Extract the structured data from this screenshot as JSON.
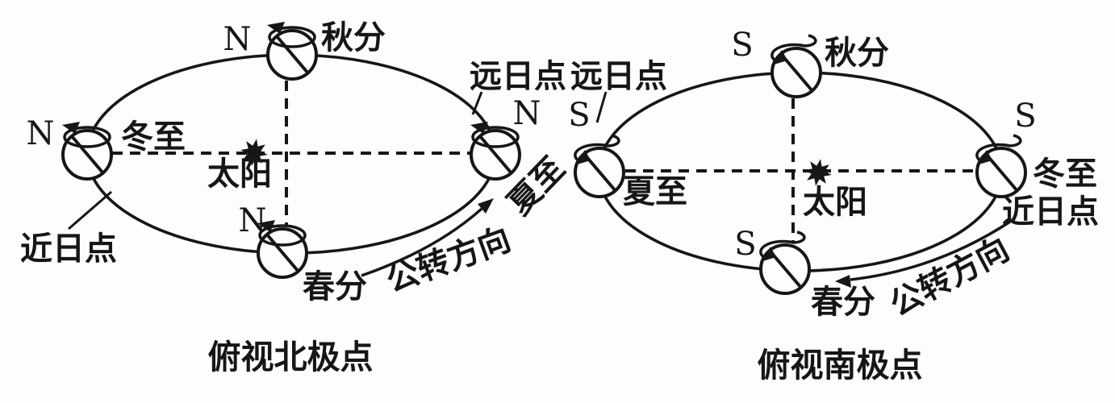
{
  "colors": {
    "ink": "#161616",
    "background": "#ffffff"
  },
  "north": {
    "caption": "俯视北极点",
    "sun_label": "太阳",
    "aphelion_label": "远日点",
    "perihelion_label": "近日点",
    "revolution_direction_label": "公转方向",
    "pole_top": "N",
    "pole_left": "N",
    "pole_right": "N",
    "pole_bottom": "N",
    "season_top": "秋分",
    "season_left": "冬至",
    "season_right": "夏至",
    "season_bottom": "春分"
  },
  "south": {
    "caption": "俯视南极点",
    "sun_label": "太阳",
    "aphelion_label": "远日点",
    "perihelion_label": "近日点",
    "revolution_direction_label": "公转方向",
    "pole_top": "S",
    "pole_left": "S",
    "pole_right": "S",
    "pole_bottom": "S",
    "season_top": "秋分",
    "season_left": "夏至",
    "season_right": "冬至",
    "season_bottom": "春分"
  }
}
